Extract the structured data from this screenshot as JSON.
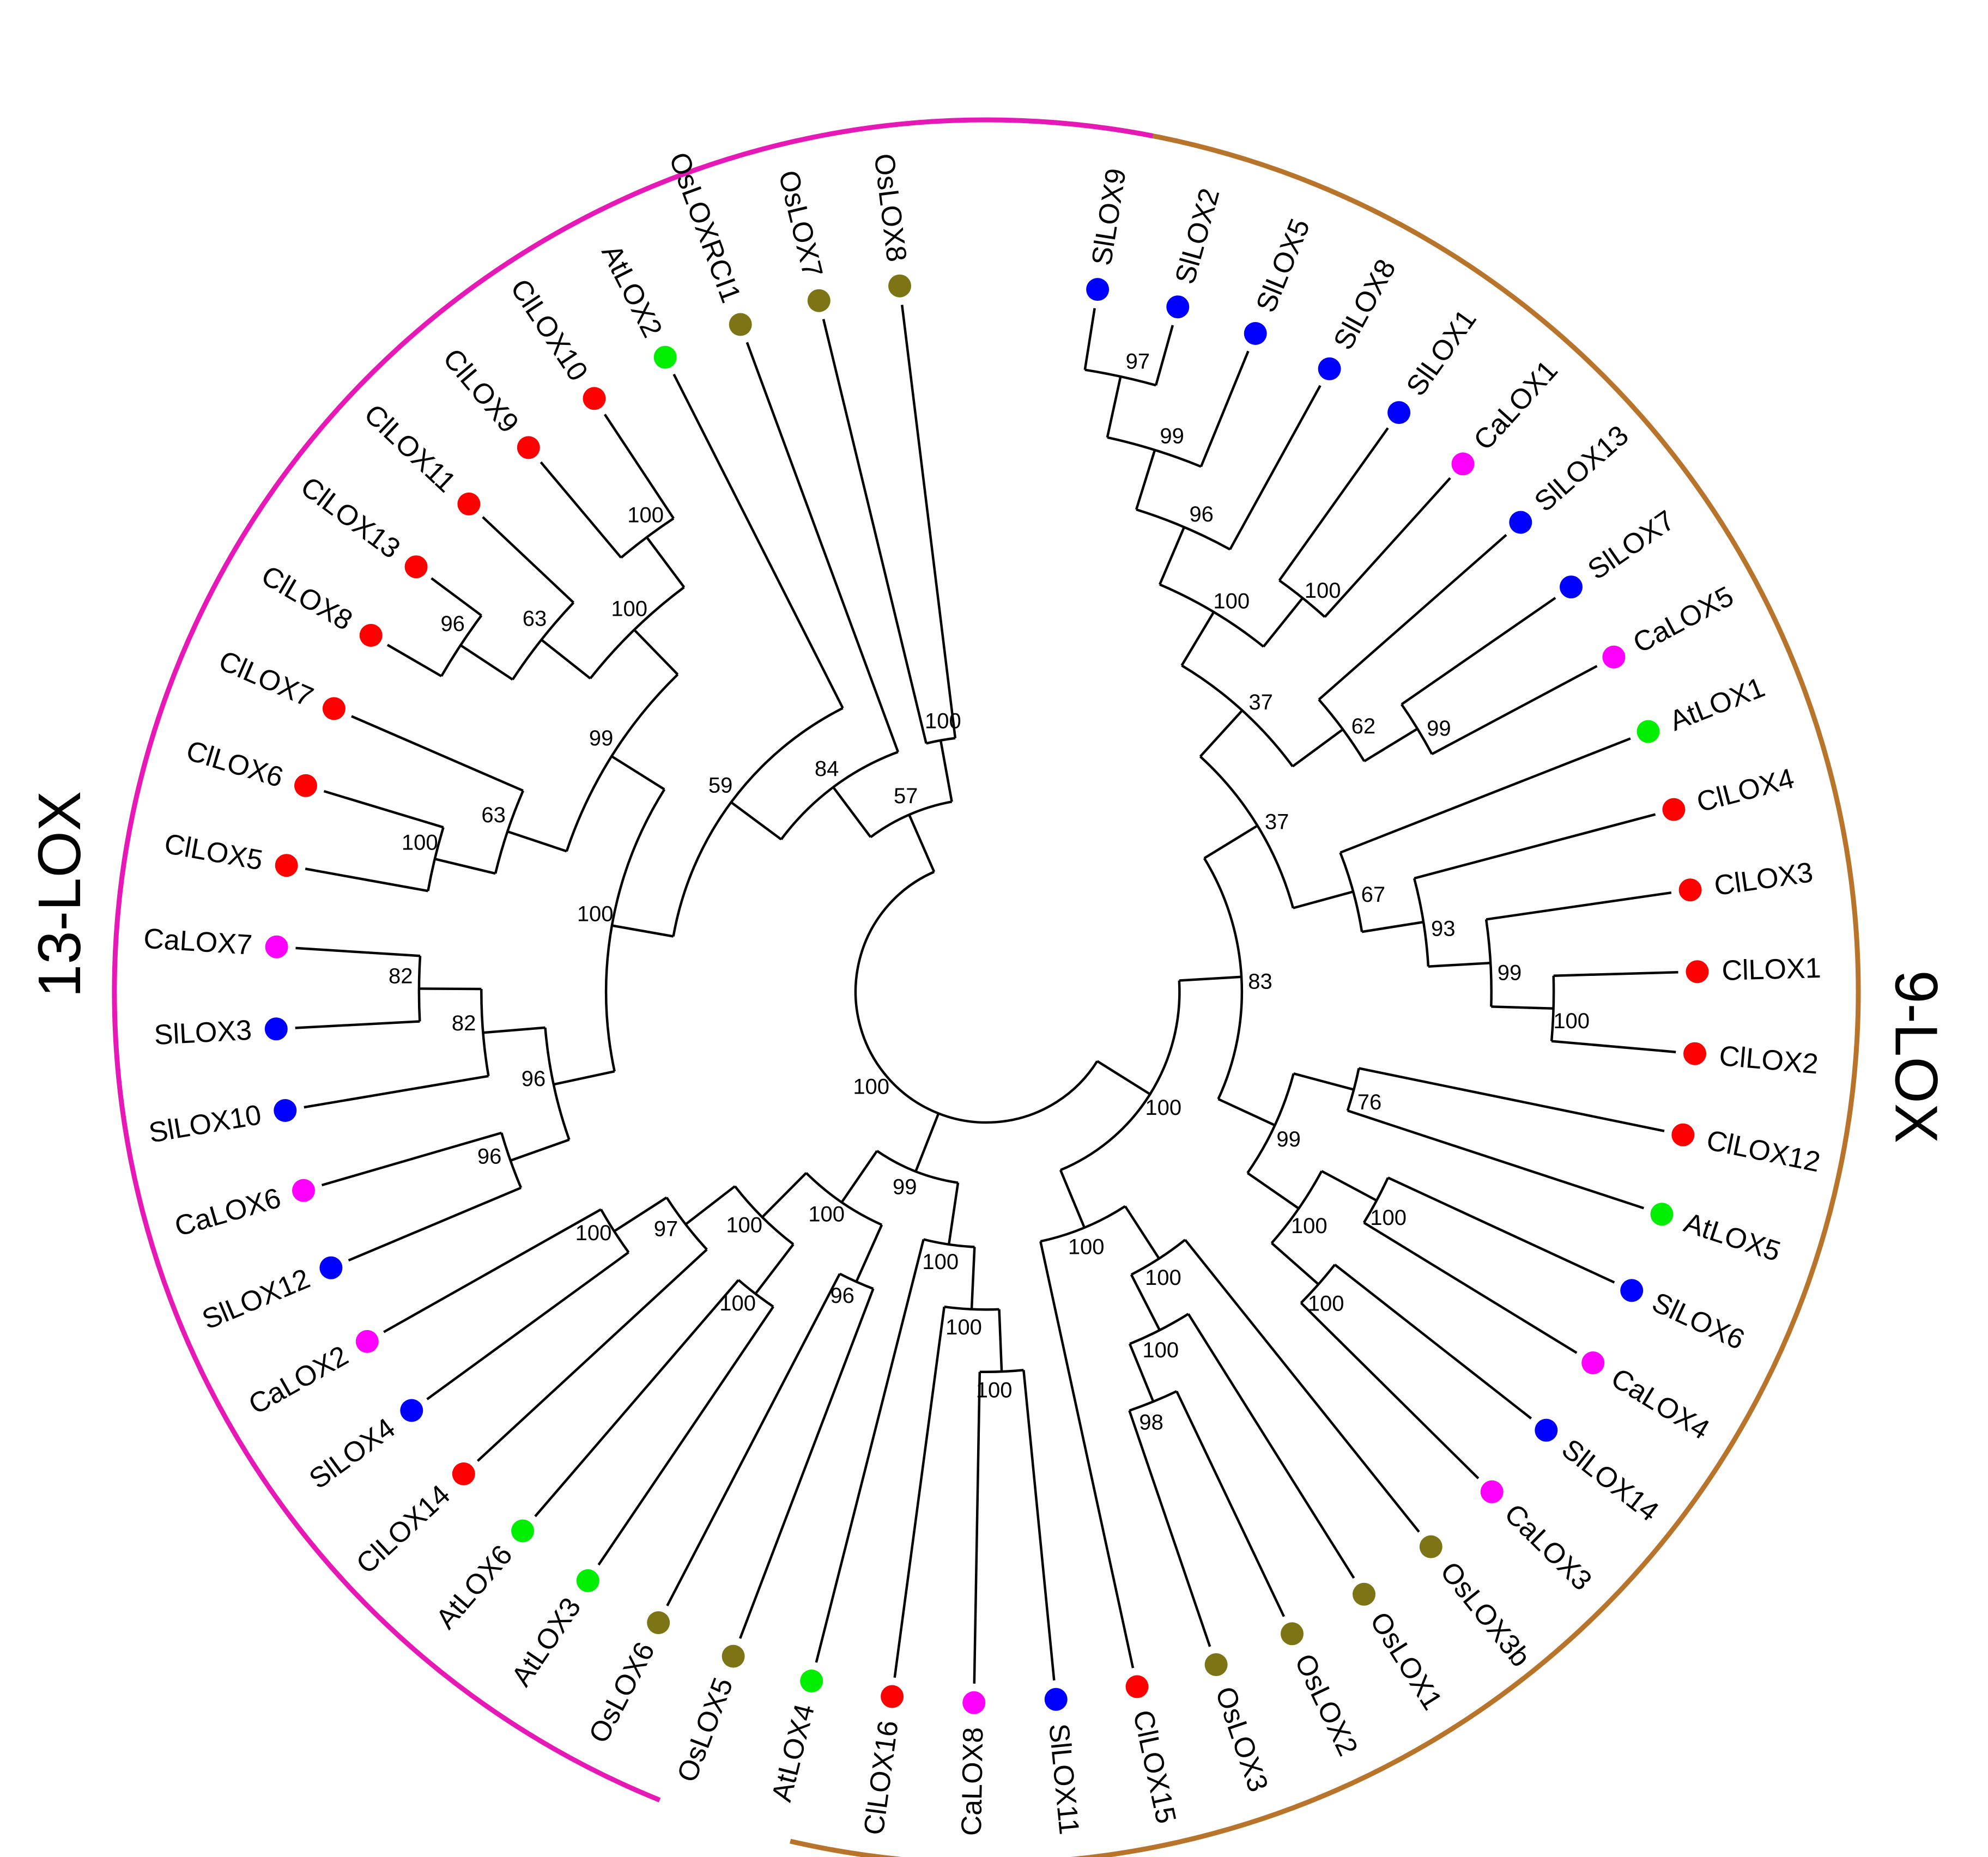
{
  "clades": [
    {
      "label": "9-LOX",
      "color": "#B8742A"
    },
    {
      "label": "13-LOX",
      "color": "#E619B7"
    }
  ],
  "species_colors": {
    "Cl": "#FF0000",
    "Sl": "#0000FF",
    "Ca": "#FF00FF",
    "At": "#00EE00",
    "Os": "#7D7515"
  },
  "leaves": [
    {
      "name": "SlLOX9",
      "sp": "Sl"
    },
    {
      "name": "SlLOX2",
      "sp": "Sl"
    },
    {
      "name": "SlLOX5",
      "sp": "Sl"
    },
    {
      "name": "SlLOX8",
      "sp": "Sl"
    },
    {
      "name": "SlLOX1",
      "sp": "Sl"
    },
    {
      "name": "CaLOX1",
      "sp": "Ca"
    },
    {
      "name": "SlLOX13",
      "sp": "Sl"
    },
    {
      "name": "SlLOX7",
      "sp": "Sl"
    },
    {
      "name": "CaLOX5",
      "sp": "Ca"
    },
    {
      "name": "AtLOX1",
      "sp": "At"
    },
    {
      "name": "ClLOX4",
      "sp": "Cl"
    },
    {
      "name": "ClLOX3",
      "sp": "Cl"
    },
    {
      "name": "ClLOX1",
      "sp": "Cl"
    },
    {
      "name": "ClLOX2",
      "sp": "Cl"
    },
    {
      "name": "ClLOX12",
      "sp": "Cl"
    },
    {
      "name": "AtLOX5",
      "sp": "At"
    },
    {
      "name": "SlLOX6",
      "sp": "Sl"
    },
    {
      "name": "CaLOX4",
      "sp": "Ca"
    },
    {
      "name": "SlLOX14",
      "sp": "Sl"
    },
    {
      "name": "CaLOX3",
      "sp": "Ca"
    },
    {
      "name": "OsLOX3b",
      "sp": "Os"
    },
    {
      "name": "OsLOX1",
      "sp": "Os"
    },
    {
      "name": "OsLOX2",
      "sp": "Os"
    },
    {
      "name": "OsLOX3",
      "sp": "Os"
    },
    {
      "name": "ClLOX15",
      "sp": "Cl"
    },
    {
      "name": "SlLOX11",
      "sp": "Sl"
    },
    {
      "name": "CaLOX8",
      "sp": "Ca"
    },
    {
      "name": "ClLOX16",
      "sp": "Cl"
    },
    {
      "name": "AtLOX4",
      "sp": "At"
    },
    {
      "name": "OsLOX5",
      "sp": "Os"
    },
    {
      "name": "OsLOX6",
      "sp": "Os"
    },
    {
      "name": "AtLOX3",
      "sp": "At"
    },
    {
      "name": "AtLOX6",
      "sp": "At"
    },
    {
      "name": "ClLOX14",
      "sp": "Cl"
    },
    {
      "name": "SlLOX4",
      "sp": "Sl"
    },
    {
      "name": "CaLOX2",
      "sp": "Ca"
    },
    {
      "name": "SlLOX12",
      "sp": "Sl"
    },
    {
      "name": "CaLOX6",
      "sp": "Ca"
    },
    {
      "name": "SlLOX10",
      "sp": "Sl"
    },
    {
      "name": "SlLOX3",
      "sp": "Sl"
    },
    {
      "name": "CaLOX7",
      "sp": "Ca"
    },
    {
      "name": "ClLOX5",
      "sp": "Cl"
    },
    {
      "name": "ClLOX6",
      "sp": "Cl"
    },
    {
      "name": "ClLOX7",
      "sp": "Cl"
    },
    {
      "name": "ClLOX8",
      "sp": "Cl"
    },
    {
      "name": "ClLOX13",
      "sp": "Cl"
    },
    {
      "name": "ClLOX11",
      "sp": "Cl"
    },
    {
      "name": "ClLOX9",
      "sp": "Cl"
    },
    {
      "name": "ClLOX10",
      "sp": "Cl"
    },
    {
      "name": "AtLOX2",
      "sp": "At"
    },
    {
      "name": "OsLOXRCI1",
      "sp": "Os"
    },
    {
      "name": "OsLOX7",
      "sp": "Os"
    },
    {
      "name": "OsLOX8",
      "sp": "Os"
    }
  ],
  "tree": {
    "bs": "100",
    "c": [
      {
        "bs": "100",
        "c": [
          {
            "bs": "83",
            "c": [
              {
                "bs": "37",
                "c": [
                  {
                    "bs": "37",
                    "c": [
                      {
                        "bs": "100",
                        "c": [
                          {
                            "bs": "96",
                            "c": [
                              {
                                "bs": "99",
                                "c": [
                                  {
                                    "bs": "97",
                                    "c": [
                                      "SlLOX9",
                                      "SlLOX2"
                                    ]
                                  },
                                  "SlLOX5"
                                ]
                              },
                              "SlLOX8"
                            ]
                          },
                          {
                            "bs": "100",
                            "c": [
                              "SlLOX1",
                              "CaLOX1"
                            ]
                          }
                        ]
                      },
                      {
                        "bs": "62",
                        "c": [
                          "SlLOX13",
                          {
                            "bs": "99",
                            "c": [
                              "SlLOX7",
                              "CaLOX5"
                            ]
                          }
                        ]
                      }
                    ]
                  },
                  {
                    "bs": "67",
                    "c": [
                      "AtLOX1",
                      {
                        "bs": "93",
                        "c": [
                          "ClLOX4",
                          {
                            "bs": "99",
                            "c": [
                              "ClLOX3",
                              {
                                "bs": "100",
                                "c": [
                                  "ClLOX1",
                                  "ClLOX2"
                                ]
                              }
                            ]
                          }
                        ]
                      }
                    ]
                  }
                ]
              },
              {
                "bs": "99",
                "c": [
                  {
                    "bs": "76",
                    "c": [
                      "ClLOX12",
                      "AtLOX5"
                    ]
                  },
                  {
                    "bs": "100",
                    "c": [
                      {
                        "bs": "100",
                        "c": [
                          "SlLOX6",
                          "CaLOX4"
                        ]
                      },
                      {
                        "bs": "100",
                        "c": [
                          "SlLOX14",
                          "CaLOX3"
                        ]
                      }
                    ]
                  }
                ]
              }
            ]
          },
          {
            "bs": "100",
            "c": [
              {
                "bs": "100",
                "c": [
                  "OsLOX3b",
                  {
                    "bs": "100",
                    "c": [
                      "OsLOX1",
                      {
                        "bs": "98",
                        "c": [
                          "OsLOX2",
                          "OsLOX3"
                        ]
                      }
                    ]
                  }
                ]
              },
              "ClLOX15"
            ]
          }
        ]
      },
      {
        "bs": "99",
        "c": [
          {
            "bs": "100",
            "c": [
              {
                "bs": "100",
                "c": [
                  {
                    "bs": "100",
                    "c": [
                      "SlLOX11",
                      "CaLOX8"
                    ]
                  },
                  "ClLOX16"
                ]
              },
              "AtLOX4"
            ]
          },
          {
            "bs": "100",
            "c": [
              {
                "bs": "96",
                "c": [
                  "OsLOX5",
                  "OsLOX6"
                ]
              },
              {
                "bs": "100",
                "c": [
                  {
                    "bs": "100",
                    "c": [
                      "AtLOX3",
                      "AtLOX6"
                    ]
                  },
                  {
                    "bs": "97",
                    "c": [
                      "ClLOX14",
                      {
                        "bs": "100",
                        "c": [
                          "SlLOX4",
                          "CaLOX2"
                        ]
                      }
                    ]
                  }
                ]
              }
            ]
          }
        ]
      },
      {
        "bs": "57",
        "c": [
          {
            "bs": "84",
            "c": [
              {
                "bs": "59",
                "c": [
                  {
                    "bs": "100",
                    "c": [
                      {
                        "bs": "96",
                        "c": [
                          {
                            "bs": "96",
                            "c": [
                              "SlLOX12",
                              "CaLOX6"
                            ]
                          },
                          {
                            "bs": "82",
                            "c": [
                              "SlLOX10",
                              {
                                "bs": "82",
                                "c": [
                                  "SlLOX3",
                                  "CaLOX7"
                                ]
                              }
                            ]
                          }
                        ]
                      },
                      {
                        "bs": "99",
                        "c": [
                          {
                            "bs": "63",
                            "c": [
                              {
                                "bs": "100",
                                "c": [
                                  "ClLOX5",
                                  "ClLOX6"
                                ]
                              },
                              "ClLOX7"
                            ]
                          },
                          {
                            "bs": "100",
                            "c": [
                              {
                                "bs": "63",
                                "c": [
                                  {
                                    "bs": "96",
                                    "c": [
                                      "ClLOX8",
                                      "ClLOX13"
                                    ]
                                  },
                                  "ClLOX11"
                                ]
                              },
                              {
                                "bs": "100",
                                "c": [
                                  "ClLOX9",
                                  "ClLOX10"
                                ]
                              }
                            ]
                          }
                        ]
                      }
                    ]
                  },
                  "AtLOX2"
                ]
              },
              "OsLOXRCI1"
            ]
          },
          {
            "bs": "100",
            "c": [
              "OsLOX7",
              "OsLOX8"
            ]
          }
        ]
      }
    ]
  }
}
